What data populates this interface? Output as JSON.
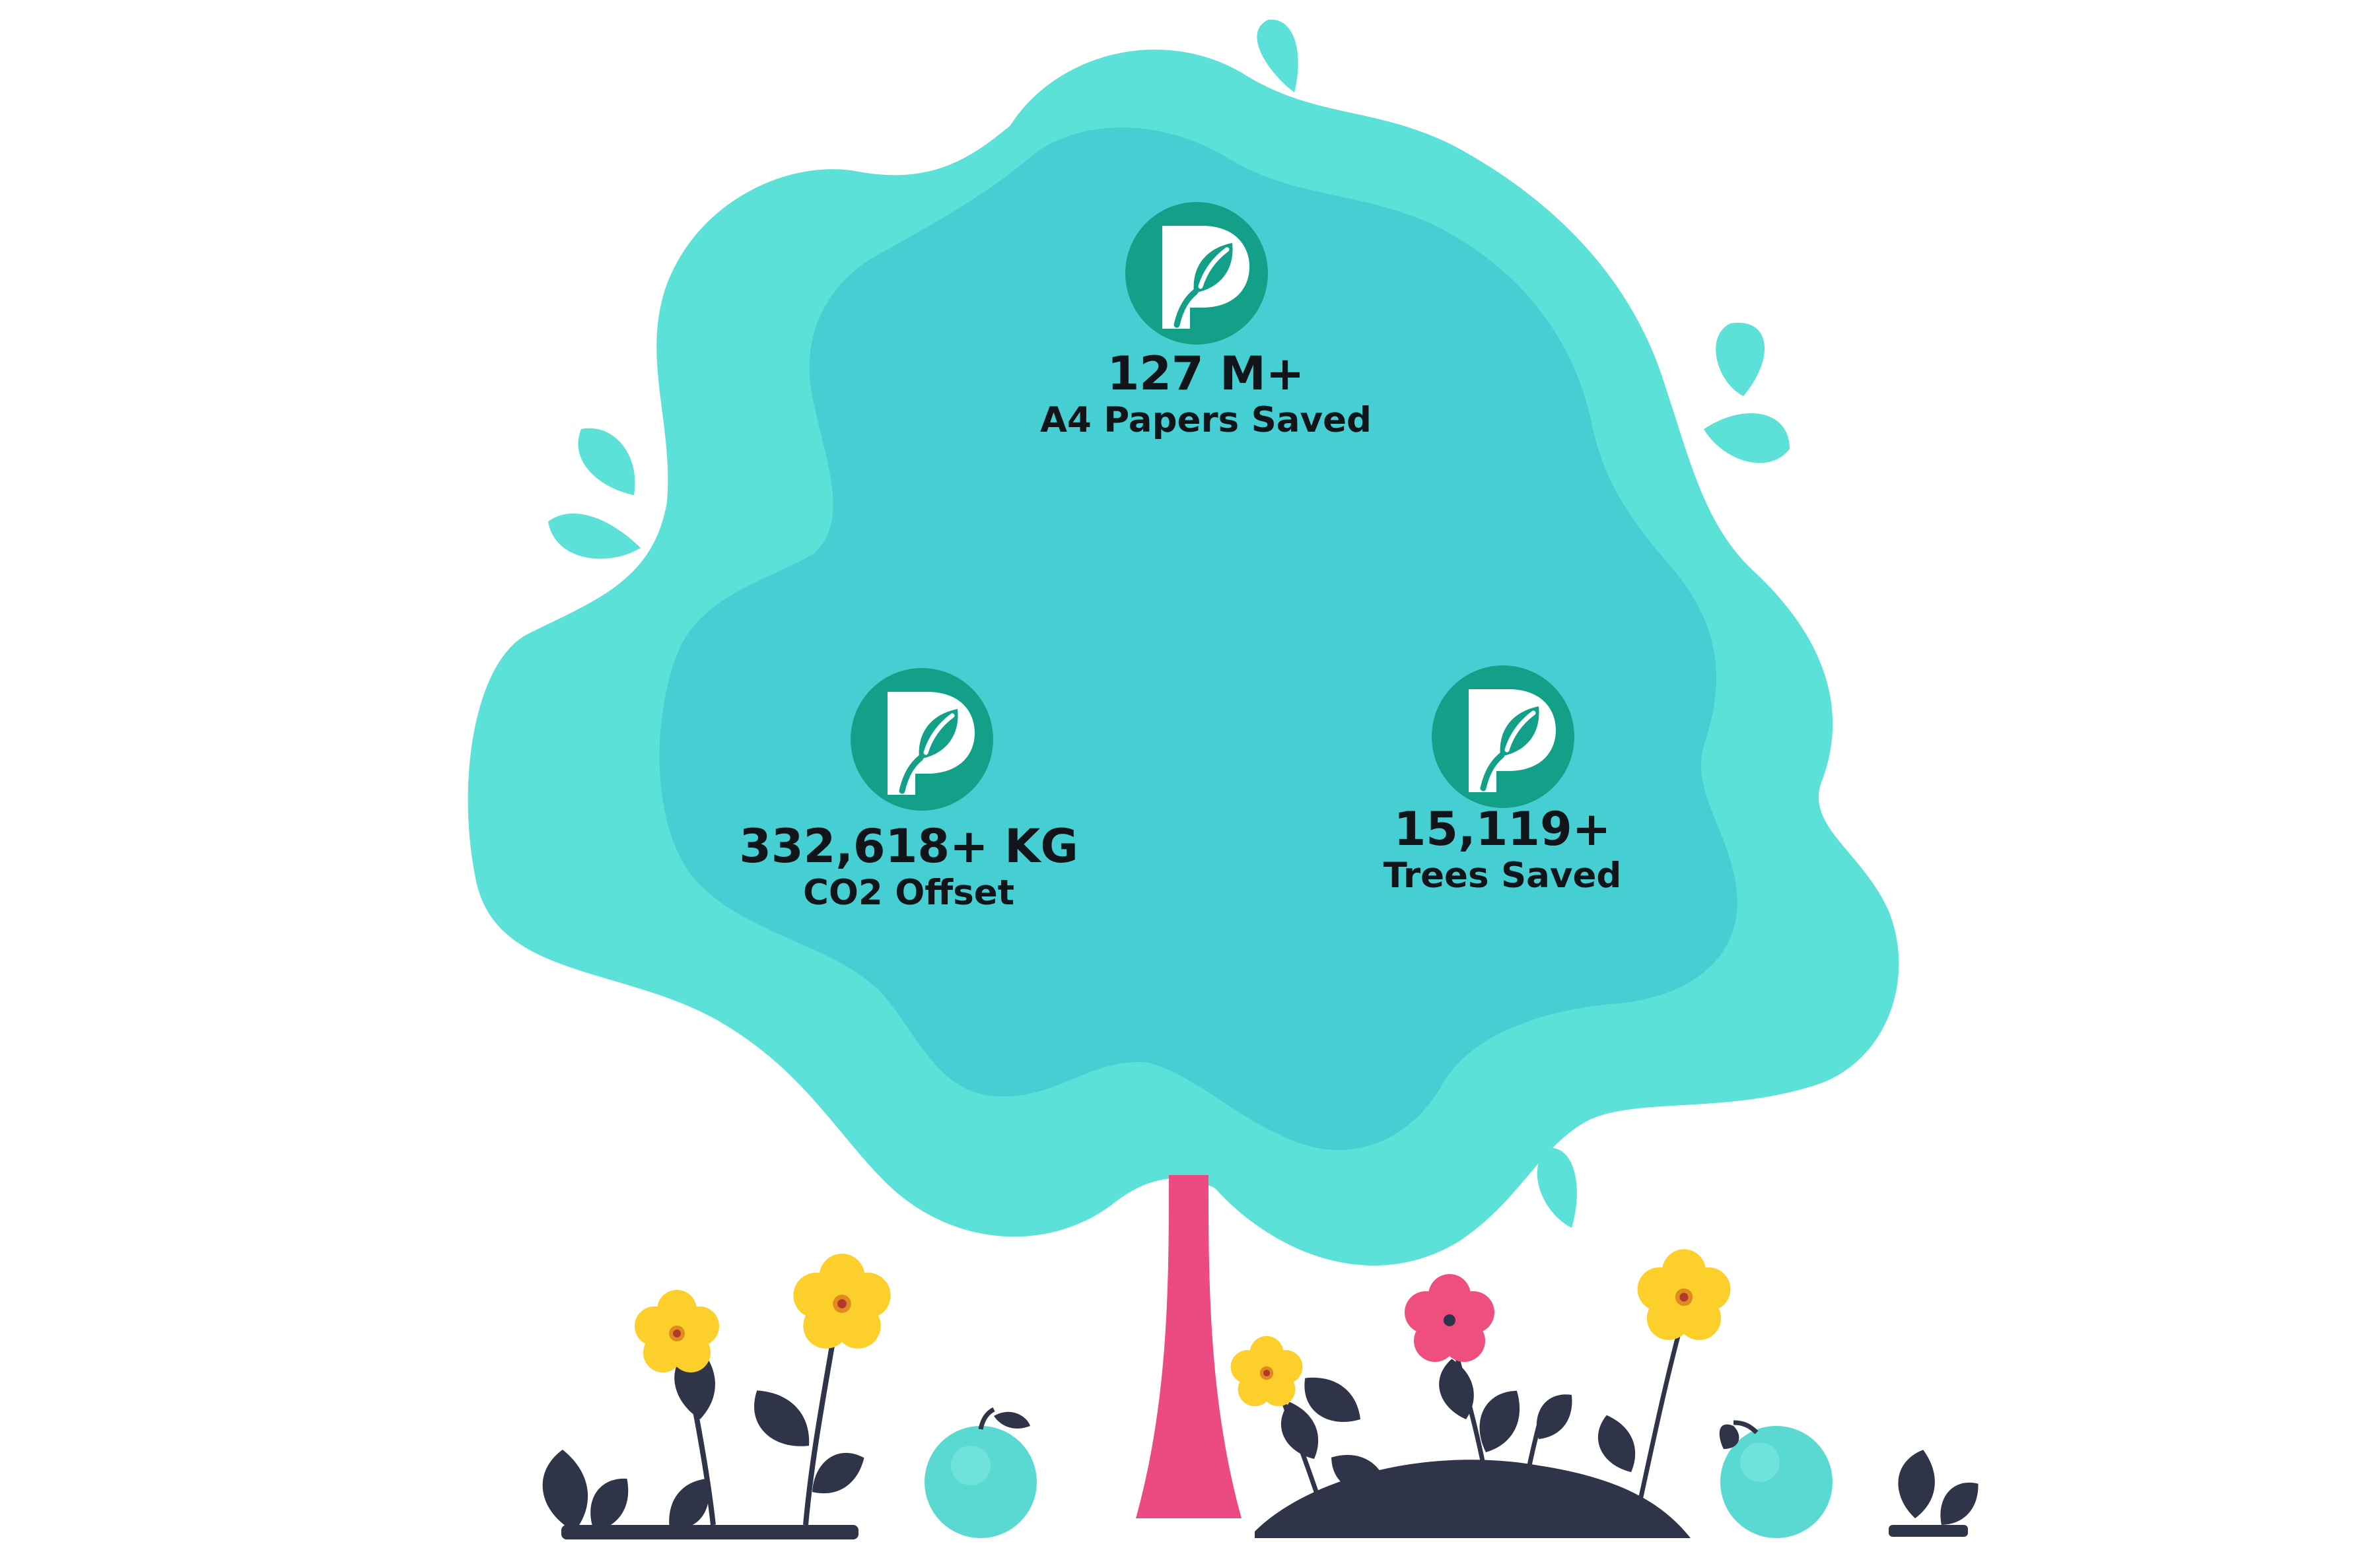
{
  "stats": [
    {
      "value": "127 M+",
      "label": "A4 Papers Saved"
    },
    {
      "value": "332,618+ KG",
      "label": "CO2 Offset"
    },
    {
      "value": "15,119+",
      "label": "Trees Saved"
    }
  ],
  "colors": {
    "canopy_outer": "#5ce1d9",
    "canopy_inner": "#45cfd2",
    "badge": "#13a089",
    "trunk": "#ec4a82",
    "leaf_dark": "#2f3449",
    "flower_yellow": "#fdcf2a",
    "flower_pink": "#ef4f7e",
    "apple": "#5ad9d3"
  },
  "icons": [
    "leaf-p-logo-icon",
    "flower-icon",
    "apple-icon",
    "water-drop-icon"
  ]
}
